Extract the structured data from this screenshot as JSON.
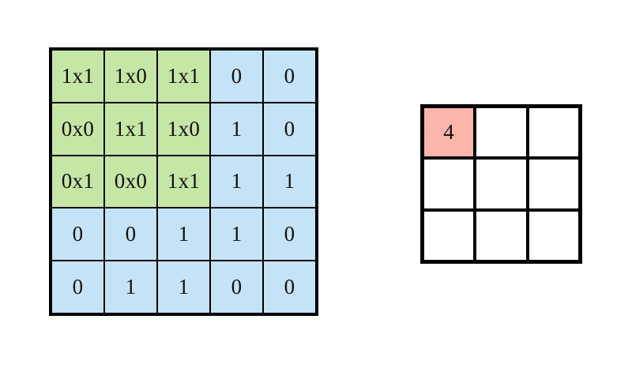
{
  "figure": {
    "background_color": "#ffffff",
    "line_color": "#000000",
    "text_color": "#111111"
  },
  "palette": {
    "kernel_overlay_green": "#c6e6a5",
    "input_blue": "#c4e3f7",
    "output_empty_white": "#ffffff",
    "output_active_salmon": "#fcb5ab"
  },
  "input_grid": {
    "name": "input-feature-map",
    "rows": 5,
    "cols": 5,
    "cells": [
      [
        {
          "text": "1x1",
          "fill": "green",
          "value": 1,
          "weight": 1,
          "product": 1
        },
        {
          "text": "1x0",
          "fill": "green",
          "value": 1,
          "weight": 0,
          "product": 0
        },
        {
          "text": "1x1",
          "fill": "green",
          "value": 1,
          "weight": 1,
          "product": 1
        },
        {
          "text": "0",
          "fill": "blue",
          "value": 0
        },
        {
          "text": "0",
          "fill": "blue",
          "value": 0
        }
      ],
      [
        {
          "text": "0x0",
          "fill": "green",
          "value": 0,
          "weight": 0,
          "product": 0
        },
        {
          "text": "1x1",
          "fill": "green",
          "value": 1,
          "weight": 1,
          "product": 1
        },
        {
          "text": "1x0",
          "fill": "green",
          "value": 1,
          "weight": 0,
          "product": 0
        },
        {
          "text": "1",
          "fill": "blue",
          "value": 1
        },
        {
          "text": "0",
          "fill": "blue",
          "value": 0
        }
      ],
      [
        {
          "text": "0x1",
          "fill": "green",
          "value": 0,
          "weight": 1,
          "product": 0
        },
        {
          "text": "0x0",
          "fill": "green",
          "value": 0,
          "weight": 0,
          "product": 0
        },
        {
          "text": "1x1",
          "fill": "green",
          "value": 1,
          "weight": 1,
          "product": 1
        },
        {
          "text": "1",
          "fill": "blue",
          "value": 1
        },
        {
          "text": "1",
          "fill": "blue",
          "value": 1
        }
      ],
      [
        {
          "text": "0",
          "fill": "blue",
          "value": 0
        },
        {
          "text": "0",
          "fill": "blue",
          "value": 0
        },
        {
          "text": "1",
          "fill": "blue",
          "value": 1
        },
        {
          "text": "1",
          "fill": "blue",
          "value": 1
        },
        {
          "text": "0",
          "fill": "blue",
          "value": 0
        }
      ],
      [
        {
          "text": "0",
          "fill": "blue",
          "value": 0
        },
        {
          "text": "1",
          "fill": "blue",
          "value": 1
        },
        {
          "text": "1",
          "fill": "blue",
          "value": 1
        },
        {
          "text": "0",
          "fill": "blue",
          "value": 0
        },
        {
          "text": "0",
          "fill": "blue",
          "value": 0
        }
      ]
    ]
  },
  "output_grid": {
    "name": "output-feature-map",
    "rows": 3,
    "cols": 3,
    "cells": [
      [
        {
          "text": "4",
          "fill": "salmon"
        },
        {
          "text": "",
          "fill": "white"
        },
        {
          "text": "",
          "fill": "white"
        }
      ],
      [
        {
          "text": "",
          "fill": "white"
        },
        {
          "text": "",
          "fill": "white"
        },
        {
          "text": "",
          "fill": "white"
        }
      ],
      [
        {
          "text": "",
          "fill": "white"
        },
        {
          "text": "",
          "fill": "white"
        },
        {
          "text": "",
          "fill": "white"
        }
      ]
    ]
  }
}
